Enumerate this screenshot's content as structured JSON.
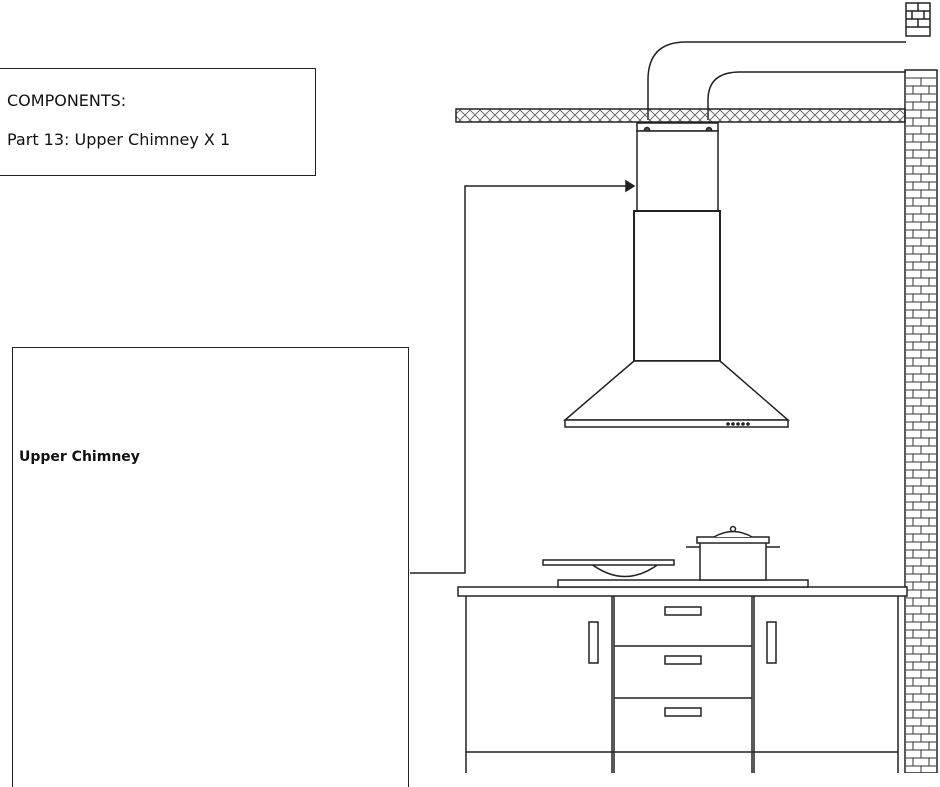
{
  "components": {
    "title": "COMPONENTS:",
    "part": "Part 13:  Upper Chimney X 1"
  },
  "inset": {
    "callout": "Upper Chimney"
  },
  "colors": {
    "line": "#222222",
    "brick": "#333333"
  }
}
